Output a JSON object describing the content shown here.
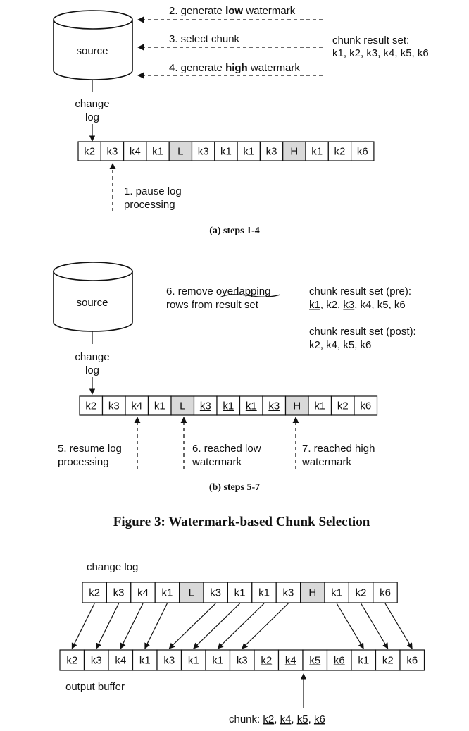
{
  "figure3": {
    "caption": "Figure 3: Watermark-based Chunk Selection",
    "panel_a": {
      "caption": "(a) steps 1-4",
      "source_label": "source",
      "change_log_lines": [
        "change",
        "log"
      ],
      "step2": {
        "prefix": "2. generate ",
        "bold": "low",
        "suffix": " watermark"
      },
      "step3": "3. select chunk",
      "step4": {
        "prefix": "4. generate ",
        "bold": "high",
        "suffix": " watermark"
      },
      "result_title": "chunk result set:",
      "result_items": "k1, k2, k3, k4, k5, k6",
      "step1_lines": [
        "1. pause log",
        "processing"
      ],
      "cells": [
        {
          "t": "k2"
        },
        {
          "t": "k3"
        },
        {
          "t": "k4"
        },
        {
          "t": "k1"
        },
        {
          "t": "L",
          "wm": true
        },
        {
          "t": "k3"
        },
        {
          "t": "k1"
        },
        {
          "t": "k1"
        },
        {
          "t": "k3"
        },
        {
          "t": "H",
          "wm": true
        },
        {
          "t": "k1"
        },
        {
          "t": "k2"
        },
        {
          "t": "k6"
        }
      ]
    },
    "panel_b": {
      "caption": "(b) steps 5-7",
      "source_label": "source",
      "change_log_lines": [
        "change",
        "log"
      ],
      "step6_lines": [
        "6. remove overlapping",
        "rows from result set"
      ],
      "pre_title": "chunk result set (pre):",
      "pre_items": [
        {
          "t": "k1",
          "u": true
        },
        {
          "t": ", "
        },
        {
          "t": "k2"
        },
        {
          "t": ", "
        },
        {
          "t": "k3",
          "u": true
        },
        {
          "t": ", k4, k5, k6"
        }
      ],
      "post_title": "chunk result set (post):",
      "post_items": "k2, k4, k5, k6",
      "step5_lines": [
        "5. resume log",
        "processing"
      ],
      "step6b_lines": [
        "6. reached low",
        "watermark"
      ],
      "step7_lines": [
        "7. reached high",
        "watermark"
      ],
      "cells": [
        {
          "t": "k2"
        },
        {
          "t": "k3"
        },
        {
          "t": "k4"
        },
        {
          "t": "k1"
        },
        {
          "t": "L",
          "wm": true
        },
        {
          "t": "k3",
          "u": true
        },
        {
          "t": "k1",
          "u": true
        },
        {
          "t": "k1",
          "u": true
        },
        {
          "t": "k3",
          "u": true
        },
        {
          "t": "H",
          "wm": true
        },
        {
          "t": "k1"
        },
        {
          "t": "k2"
        },
        {
          "t": "k6"
        }
      ]
    }
  },
  "figure4": {
    "change_log_label": "change log",
    "output_buffer_label": "output buffer",
    "chunk_prefix": "chunk: ",
    "chunk_items": [
      {
        "t": "k2",
        "u": true
      },
      {
        "t": ", "
      },
      {
        "t": "k4",
        "u": true
      },
      {
        "t": ", "
      },
      {
        "t": "k5",
        "u": true
      },
      {
        "t": ", "
      },
      {
        "t": "k6",
        "u": true
      }
    ],
    "log_cells": [
      {
        "t": "k2"
      },
      {
        "t": "k3"
      },
      {
        "t": "k4"
      },
      {
        "t": "k1"
      },
      {
        "t": "L",
        "wm": true
      },
      {
        "t": "k3"
      },
      {
        "t": "k1"
      },
      {
        "t": "k1"
      },
      {
        "t": "k3"
      },
      {
        "t": "H",
        "wm": true
      },
      {
        "t": "k1"
      },
      {
        "t": "k2"
      },
      {
        "t": "k6"
      }
    ],
    "out_cells": [
      {
        "t": "k2"
      },
      {
        "t": "k3"
      },
      {
        "t": "k4"
      },
      {
        "t": "k1"
      },
      {
        "t": "k3"
      },
      {
        "t": "k1"
      },
      {
        "t": "k1"
      },
      {
        "t": "k3"
      },
      {
        "t": "k2",
        "u": true
      },
      {
        "t": "k4",
        "u": true
      },
      {
        "t": "k5",
        "u": true
      },
      {
        "t": "k6",
        "u": true
      },
      {
        "t": "k1"
      },
      {
        "t": "k2"
      },
      {
        "t": "k6"
      }
    ]
  }
}
